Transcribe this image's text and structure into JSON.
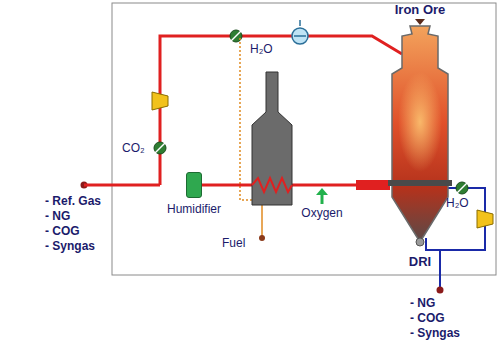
{
  "diagram": {
    "nodes": [
      {
        "text": [
          "Iron Ore",
          "DRI"
        ]
      },
      {
        "text": [
          "Humidifier"
        ]
      }
    ],
    "edges": [
      {
        "from": 1,
        "to": 0,
        "arrow": "to"
      }
    ],
    "labels": [
      "H₂O",
      "CO₂",
      "Fuel",
      "Oxygen",
      "H₂O",
      "- Ref. Gas",
      "- NG",
      "- COG",
      "- Syngas",
      "- NG",
      "- COG",
      "- Syngas"
    ]
  }
}
